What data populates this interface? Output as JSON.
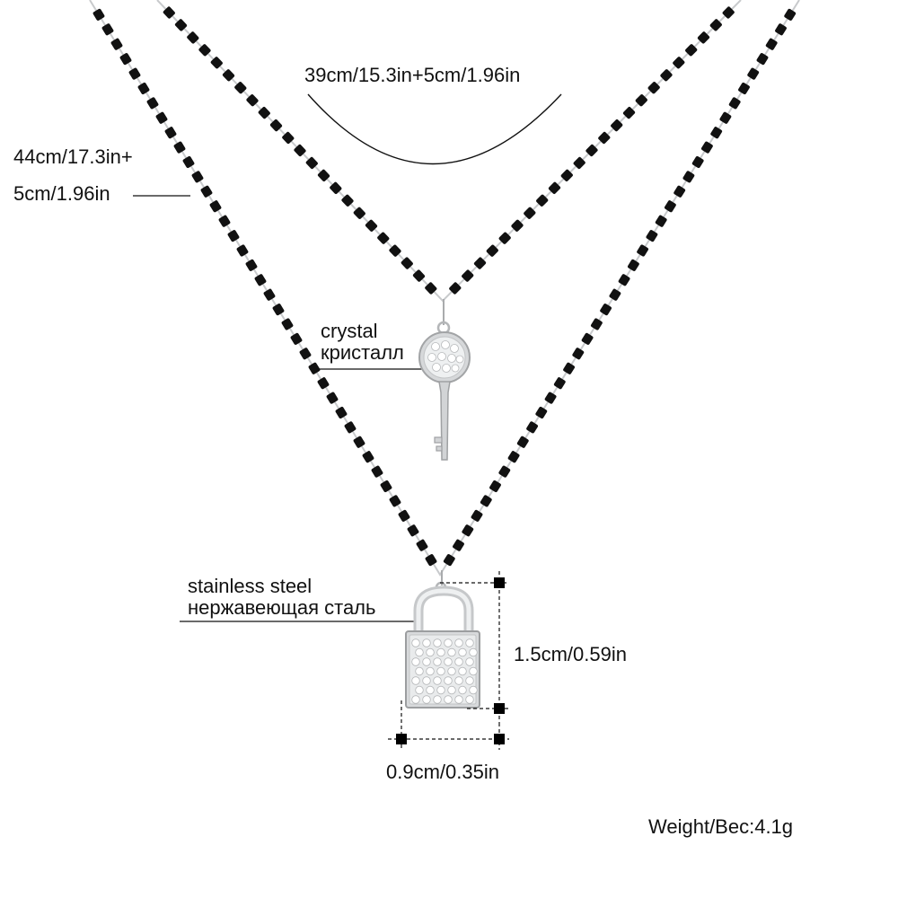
{
  "labels": {
    "short_chain_length": "39cm/15.3in+5cm/1.96in",
    "long_chain_length_line1": "44cm/17.3in+",
    "long_chain_length_line2": "5cm/1.96in",
    "crystal_en": "crystal",
    "crystal_ru": "кристалл",
    "steel_en": "stainless steel",
    "steel_ru": "нержавеющая сталь",
    "pendant_height": "1.5cm/0.59in",
    "pendant_width": "0.9cm/0.35in",
    "weight": "Weight/Вес:4.1g"
  },
  "colors": {
    "bead": "#111111",
    "metal": "#c8cacc",
    "metal_dark": "#9a9c9e",
    "line": "#111111"
  },
  "icons": {
    "key_pendant": "key-icon",
    "lock_pendant": "padlock-icon"
  }
}
